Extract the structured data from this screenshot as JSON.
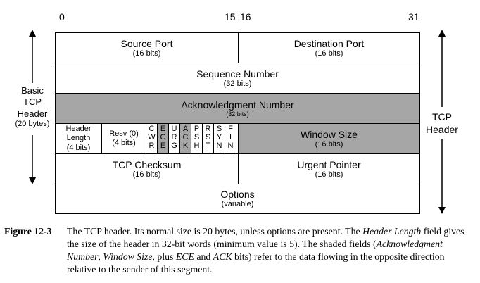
{
  "bit_numbers": {
    "b0": "0",
    "b15": "15",
    "b16": "16",
    "b31": "31"
  },
  "rows": {
    "source_port": {
      "name": "Source Port",
      "bits": "(16 bits)"
    },
    "destination_port": {
      "name": "Destination Port",
      "bits": "(16 bits)"
    },
    "sequence_number": {
      "name": "Sequence Number",
      "bits": "(32 bits)"
    },
    "ack_number": {
      "name": "Acknowledgment Number",
      "bits": "(32 bits)"
    },
    "header_length": {
      "l1": "Header",
      "l2": "Length",
      "bits": "(4 bits)"
    },
    "resv": {
      "name": "Resv (0)",
      "bits": "(4 bits)"
    },
    "flags": [
      {
        "letters": [
          "C",
          "W",
          "R"
        ],
        "shaded": false
      },
      {
        "letters": [
          "E",
          "C",
          "E"
        ],
        "shaded": true
      },
      {
        "letters": [
          "U",
          "R",
          "G"
        ],
        "shaded": false
      },
      {
        "letters": [
          "A",
          "C",
          "K"
        ],
        "shaded": true
      },
      {
        "letters": [
          "P",
          "S",
          "H"
        ],
        "shaded": false
      },
      {
        "letters": [
          "R",
          "S",
          "T"
        ],
        "shaded": false
      },
      {
        "letters": [
          "S",
          "Y",
          "N"
        ],
        "shaded": false
      },
      {
        "letters": [
          "F",
          "I",
          "N"
        ],
        "shaded": false
      }
    ],
    "window_size": {
      "name": "Window Size",
      "bits": "(16 bits)"
    },
    "checksum": {
      "name": "TCP Checksum",
      "bits": "(16 bits)"
    },
    "urgent_pointer": {
      "name": "Urgent Pointer",
      "bits": "(16 bits)"
    },
    "options": {
      "name": "Options",
      "bits": "(variable)"
    }
  },
  "left_label": {
    "l1": "Basic",
    "l2": "TCP",
    "l3": "Header",
    "l4": "(20 bytes)"
  },
  "right_label": {
    "l1": "TCP",
    "l2": "Header"
  },
  "colors": {
    "shaded": "#a6a6a6"
  },
  "caption": {
    "label": "Figure 12-3",
    "text": [
      {
        "t": "The TCP header. Its normal size is 20 bytes, unless options are present. The ",
        "i": false
      },
      {
        "t": "Header Length",
        "i": true
      },
      {
        "t": " field gives the size of the header in 32-bit words (minimum value is 5). The shaded fields (",
        "i": false
      },
      {
        "t": "Acknowledgment Number",
        "i": true
      },
      {
        "t": ", ",
        "i": false
      },
      {
        "t": "Window Size",
        "i": true
      },
      {
        "t": ", plus ",
        "i": false
      },
      {
        "t": "ECE",
        "i": true
      },
      {
        "t": " and ",
        "i": false
      },
      {
        "t": "ACK",
        "i": true
      },
      {
        "t": " bits) refer to the data flowing in the opposite direction relative to the sender of this segment.",
        "i": false
      }
    ]
  }
}
